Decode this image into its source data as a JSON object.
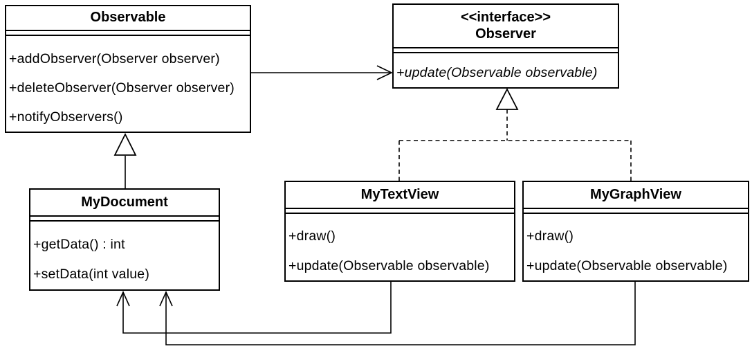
{
  "diagram": {
    "kind": "uml-class-diagram",
    "pattern": "Observer",
    "background_color": "#ffffff",
    "line_color": "#000000",
    "box_fill_color": "#ffffff"
  },
  "classes": [
    {
      "name": "Observable",
      "methods": [
        "+addObserver(Observer observer)",
        "+deleteObserver(Observer observer)",
        "+notifyObservers()"
      ]
    },
    {
      "stereotype": "<<interface>>",
      "name": "Observer",
      "abstract_operations": true,
      "methods": [
        "+update(Observable observable)"
      ]
    },
    {
      "name": "MyDocument",
      "methods": [
        "+getData() : int",
        "+setData(int value)"
      ]
    },
    {
      "name": "MyTextView",
      "methods": [
        "+draw()",
        "+update(Observable observable)"
      ]
    },
    {
      "name": "MyGraphView",
      "methods": [
        "+draw()",
        "+update(Observable observable)"
      ]
    }
  ],
  "relationships": [
    {
      "from": "Observable",
      "to": "Observer",
      "type": "association",
      "line": "solid",
      "arrow": "open"
    },
    {
      "from": "MyDocument",
      "to": "Observable",
      "type": "generalization",
      "line": "solid",
      "arrow": "hollow-triangle"
    },
    {
      "from": "MyTextView",
      "to": "Observer",
      "type": "realization",
      "line": "dashed",
      "arrow": "hollow-triangle"
    },
    {
      "from": "MyGraphView",
      "to": "Observer",
      "type": "realization",
      "line": "dashed",
      "arrow": "hollow-triangle"
    },
    {
      "from": "MyTextView",
      "to": "MyDocument",
      "type": "association",
      "line": "solid",
      "arrow": "open"
    },
    {
      "from": "MyGraphView",
      "to": "MyDocument",
      "type": "association",
      "line": "solid",
      "arrow": "open"
    }
  ]
}
